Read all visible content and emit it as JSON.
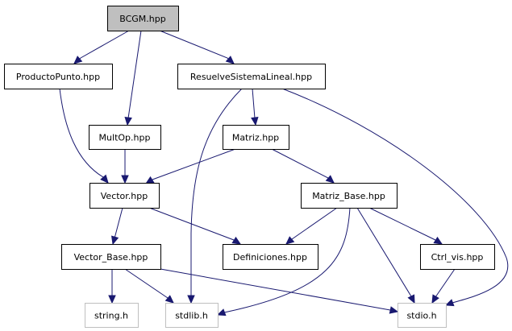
{
  "diagram": {
    "type": "include-dependency-graph",
    "edge_color": "#191970",
    "root_fill": "#bfbfbf",
    "system_header_border": "#bfbfbf",
    "nodes": [
      {
        "id": "BCGM",
        "label": "BCGM.hpp",
        "kind": "root"
      },
      {
        "id": "ProductoPunto",
        "label": "ProductoPunto.hpp",
        "kind": "project"
      },
      {
        "id": "Resuelve",
        "label": "ResuelveSistemaLineal.hpp",
        "kind": "project"
      },
      {
        "id": "MultOp",
        "label": "MultOp.hpp",
        "kind": "project"
      },
      {
        "id": "Matriz",
        "label": "Matriz.hpp",
        "kind": "project"
      },
      {
        "id": "Vector",
        "label": "Vector.hpp",
        "kind": "project"
      },
      {
        "id": "MatrizBase",
        "label": "Matriz_Base.hpp",
        "kind": "project"
      },
      {
        "id": "VectorBase",
        "label": "Vector_Base.hpp",
        "kind": "project"
      },
      {
        "id": "Definiciones",
        "label": "Definiciones.hpp",
        "kind": "project"
      },
      {
        "id": "CtrlVis",
        "label": "Ctrl_vis.hpp",
        "kind": "project"
      },
      {
        "id": "string",
        "label": "string.h",
        "kind": "system"
      },
      {
        "id": "stdlib",
        "label": "stdlib.h",
        "kind": "system"
      },
      {
        "id": "stdio",
        "label": "stdio.h",
        "kind": "system"
      }
    ],
    "edges": [
      {
        "from": "BCGM",
        "to": "ProductoPunto"
      },
      {
        "from": "BCGM",
        "to": "MultOp"
      },
      {
        "from": "BCGM",
        "to": "Resuelve"
      },
      {
        "from": "ProductoPunto",
        "to": "Vector"
      },
      {
        "from": "Resuelve",
        "to": "Matriz"
      },
      {
        "from": "Resuelve",
        "to": "stdlib"
      },
      {
        "from": "Resuelve",
        "to": "stdio"
      },
      {
        "from": "MultOp",
        "to": "Vector"
      },
      {
        "from": "Matriz",
        "to": "Vector"
      },
      {
        "from": "Matriz",
        "to": "MatrizBase"
      },
      {
        "from": "Vector",
        "to": "VectorBase"
      },
      {
        "from": "Vector",
        "to": "Definiciones"
      },
      {
        "from": "MatrizBase",
        "to": "Definiciones"
      },
      {
        "from": "MatrizBase",
        "to": "stdlib"
      },
      {
        "from": "MatrizBase",
        "to": "stdio"
      },
      {
        "from": "MatrizBase",
        "to": "CtrlVis"
      },
      {
        "from": "VectorBase",
        "to": "string"
      },
      {
        "from": "VectorBase",
        "to": "stdlib"
      },
      {
        "from": "VectorBase",
        "to": "stdio"
      },
      {
        "from": "CtrlVis",
        "to": "stdio"
      }
    ]
  }
}
